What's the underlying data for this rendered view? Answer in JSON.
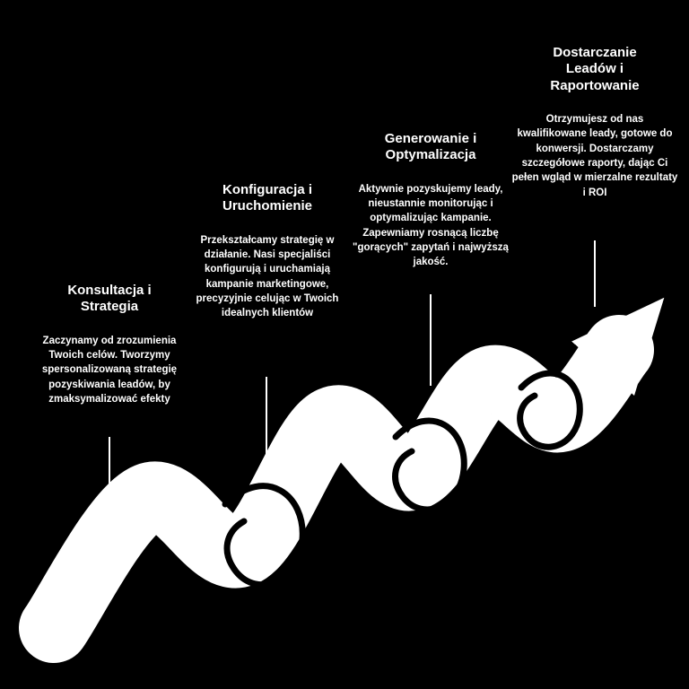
{
  "diagram": {
    "background_color": "#000000",
    "text_color": "#ffffff",
    "ribbon_color": "#ffffff",
    "fold_line_color": "#000000",
    "steps": [
      {
        "title": "Konsultacja i\nStrategia",
        "body": "Zaczynamy od zrozumienia Twoich celów. Tworzymy spersonalizowaną strategię pozyskiwania leadów, by zmaksymalizować efekty"
      },
      {
        "title": "Konfiguracja i\nUruchomienie",
        "body": "Przekształcamy strategię w działanie. Nasi specjaliści konfigurują i uruchamiają kampanie marketingowe, precyzyjnie celując w Twoich idealnych klientów"
      },
      {
        "title": "Generowanie i\nOptymalizacja",
        "body": "Aktywnie pozyskujemy leady, nieustannie monitorując i optymalizując kampanie. Zapewniamy rosnącą liczbę \"gorących\" zapytań i najwyższą jakość."
      },
      {
        "title": "Dostarczanie\nLeadów i\nRaportowanie",
        "body": "Otrzymujesz od nas kwalifikowane leady, gotowe do konwersji. Dostarczamy szczegółowe raporty, dając Ci pełen wgląd w mierzalne rezultaty i ROI"
      }
    ]
  }
}
